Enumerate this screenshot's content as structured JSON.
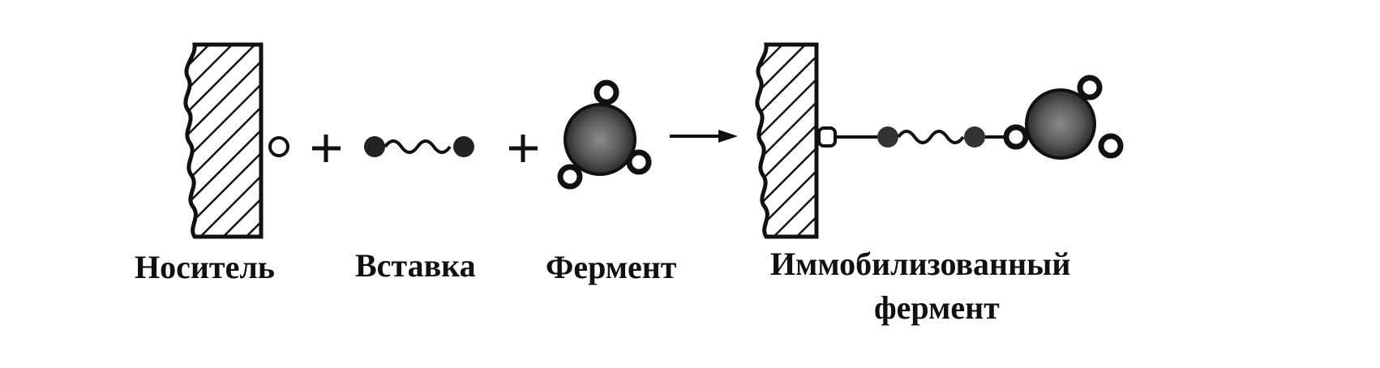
{
  "labels": {
    "carrier": "Носитель",
    "spacer": "Вставка",
    "enzyme": "Фермент",
    "immobilized_line1": "Иммобилизованный",
    "immobilized_line2": "фермент"
  },
  "operators": {
    "plus": "+"
  },
  "colors": {
    "ink": "#111111",
    "enzyme_fill": "#555555",
    "background": "#ffffff"
  }
}
